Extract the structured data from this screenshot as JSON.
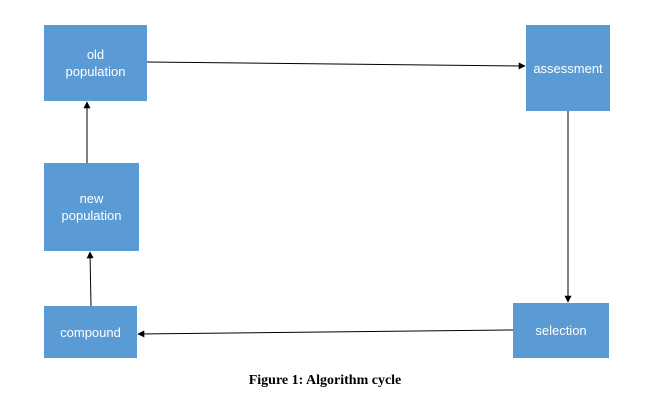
{
  "nodes": {
    "old_population": "old\npopulation",
    "assessment": "assessment",
    "selection": "selection",
    "compound": "compound",
    "new_population": "new\npopulation"
  },
  "edges": [
    {
      "from": "old population",
      "to": "assessment"
    },
    {
      "from": "assessment",
      "to": "selection"
    },
    {
      "from": "selection",
      "to": "compound"
    },
    {
      "from": "compound",
      "to": "new population"
    },
    {
      "from": "new population",
      "to": "old population"
    }
  ],
  "colors": {
    "node_fill": "#5b9bd5",
    "node_text": "#ffffff",
    "arrow": "#000000"
  },
  "caption": "Figure 1: Algorithm cycle"
}
